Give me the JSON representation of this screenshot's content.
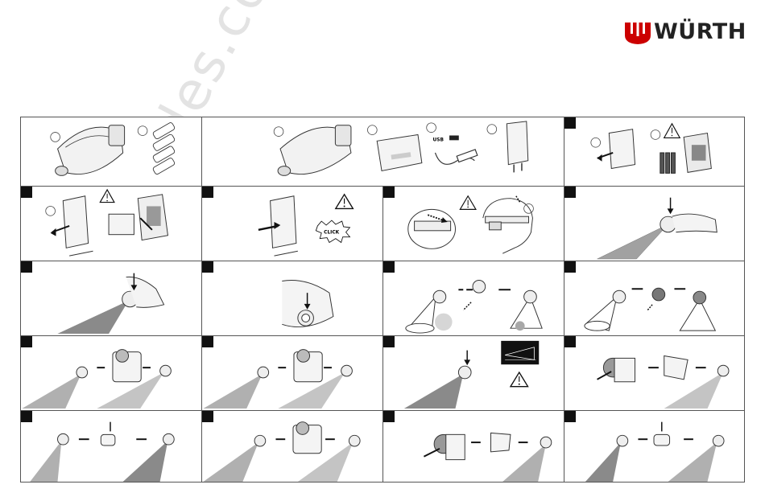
{
  "brand": {
    "name": "WÜRTH",
    "color": "#cc0000"
  },
  "watermark": "allguides.com",
  "labels": {
    "usb": "USB",
    "click": "CLICK"
  },
  "cells": [
    {
      "id": "r1c1",
      "marked": false,
      "icons": [
        "headlamp",
        "batteries"
      ]
    },
    {
      "id": "r1c2",
      "marked": false,
      "icons": [
        "headlamp",
        "battery-pack",
        "usb-cable",
        "charger"
      ]
    },
    {
      "id": "r1c3",
      "marked": true,
      "icons": [
        "battery-compartment",
        "warning",
        "batteries"
      ]
    },
    {
      "id": "r2c1",
      "marked": true,
      "icons": [
        "battery-compartment",
        "warning",
        "battery-pack"
      ]
    },
    {
      "id": "r2c2",
      "marked": true,
      "icons": [
        "battery-compartment",
        "warning",
        "click-badge"
      ]
    },
    {
      "id": "r2c3",
      "marked": true,
      "icons": [
        "strap-adjust",
        "warning",
        "head"
      ]
    },
    {
      "id": "r2c4",
      "marked": true,
      "icons": [
        "light-beam"
      ]
    },
    {
      "id": "r3c1",
      "marked": true,
      "icons": [
        "light-beam"
      ]
    },
    {
      "id": "r3c2",
      "marked": true,
      "icons": [
        "headlamp-front"
      ]
    },
    {
      "id": "r3c3",
      "marked": true,
      "icons": [
        "focus-sequence"
      ]
    },
    {
      "id": "r3c4",
      "marked": true,
      "icons": [
        "focus-sequence"
      ]
    },
    {
      "id": "r4c1",
      "marked": true,
      "icons": [
        "mode-sequence"
      ]
    },
    {
      "id": "r4c2",
      "marked": true,
      "icons": [
        "mode-sequence"
      ]
    },
    {
      "id": "r4c3",
      "marked": true,
      "icons": [
        "light-beam",
        "warning",
        "beam-diagram"
      ]
    },
    {
      "id": "r4c4",
      "marked": true,
      "icons": [
        "mode-sequence"
      ]
    },
    {
      "id": "r5c1",
      "marked": true,
      "icons": [
        "mode-sequence"
      ]
    },
    {
      "id": "r5c2",
      "marked": true,
      "icons": [
        "mode-sequence"
      ]
    },
    {
      "id": "r5c3",
      "marked": true,
      "icons": [
        "mode-sequence"
      ]
    },
    {
      "id": "r5c4",
      "marked": true,
      "icons": [
        "mode-sequence"
      ]
    }
  ]
}
